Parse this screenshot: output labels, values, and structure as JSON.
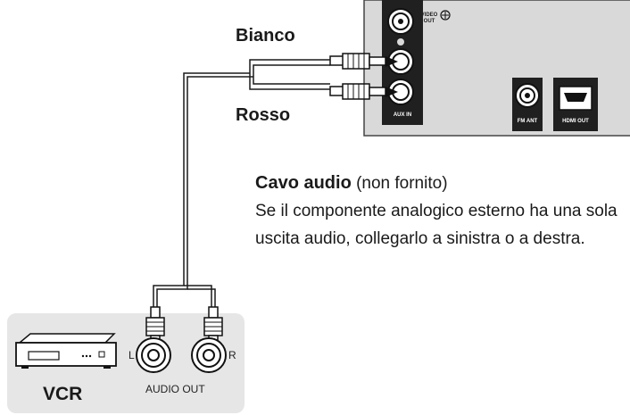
{
  "labels": {
    "bianco": "Bianco",
    "rosso": "Rosso",
    "vcr": "VCR",
    "audio_out": "AUDIO OUT",
    "left": "L",
    "right": "R"
  },
  "panel": {
    "video_out": "VIDEO\nOUT",
    "aux_in": "AUX IN",
    "fm_ant": "FM ANT",
    "hdmi_out": "HDMI OUT"
  },
  "note": {
    "title": "Cavo audio",
    "title_suffix": " (non fornito)",
    "body": "Se il componente analogico esterno ha una sola uscita audio, collegarlo a sinistra o a destra."
  },
  "colors": {
    "panel_fill": "#d9d9d9",
    "vcr_box_fill": "#e6e6e6",
    "line": "#1a1a1a"
  }
}
